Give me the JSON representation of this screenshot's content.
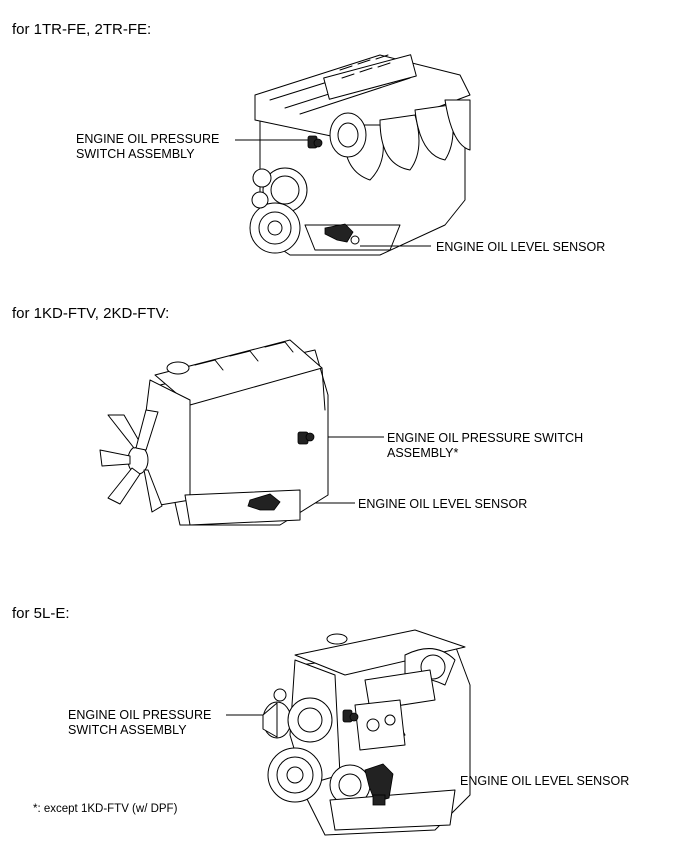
{
  "sections": [
    {
      "heading": "for 1TR-FE, 2TR-FE:",
      "labels": {
        "pressure_switch": [
          "ENGINE OIL PRESSURE",
          "SWITCH ASSEMBLY"
        ],
        "level_sensor": "ENGINE OIL LEVEL SENSOR"
      }
    },
    {
      "heading": "for 1KD-FTV, 2KD-FTV:",
      "labels": {
        "pressure_switch": [
          "ENGINE OIL PRESSURE SWITCH",
          "ASSEMBLY*"
        ],
        "level_sensor": "ENGINE OIL LEVEL SENSOR"
      }
    },
    {
      "heading": "for 5L-E:",
      "labels": {
        "pressure_switch": [
          "ENGINE OIL PRESSURE",
          "SWITCH ASSEMBLY"
        ],
        "level_sensor": "ENGINE OIL LEVEL SENSOR"
      }
    }
  ],
  "footnote": "*: except 1KD-FTV (w/ DPF)"
}
